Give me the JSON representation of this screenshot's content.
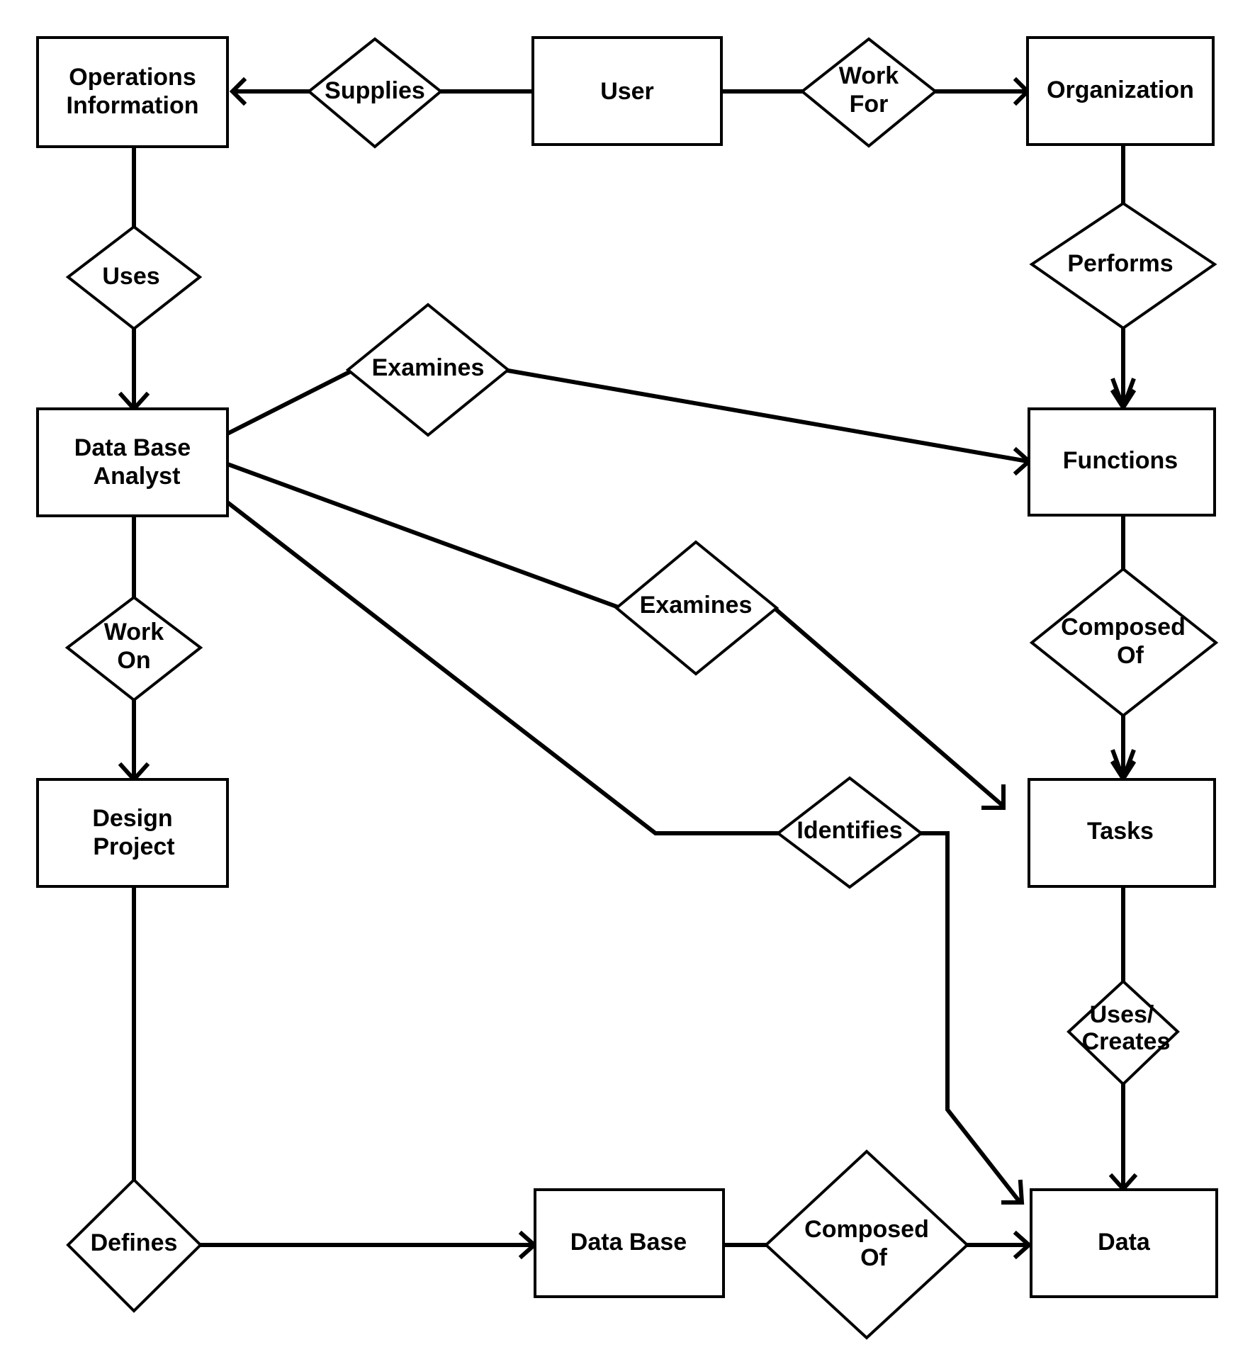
{
  "entities": {
    "operations_information": [
      "Operations",
      "Information"
    ],
    "user": [
      "User"
    ],
    "organization": [
      "Organization"
    ],
    "data_base_analyst": [
      "Data Base",
      "Analyst"
    ],
    "functions": [
      "Functions"
    ],
    "design_project": [
      "Design",
      "Project"
    ],
    "tasks": [
      "Tasks"
    ],
    "data_base": [
      "Data Base"
    ],
    "data": [
      "Data"
    ]
  },
  "relationships": {
    "supplies": [
      "Supplies"
    ],
    "work_for": [
      "Work",
      "For"
    ],
    "uses": [
      "Uses"
    ],
    "performs": [
      "Performs"
    ],
    "examines_functions": [
      "Examines"
    ],
    "examines_tasks": [
      "Examines"
    ],
    "work_on": [
      "Work",
      "On"
    ],
    "composed_of_functions": [
      "Composed",
      "Of"
    ],
    "identifies": [
      "Identifies"
    ],
    "uses_creates": [
      "Uses/",
      "Creates"
    ],
    "defines": [
      "Defines"
    ],
    "composed_of_database": [
      "Composed",
      "Of"
    ]
  }
}
